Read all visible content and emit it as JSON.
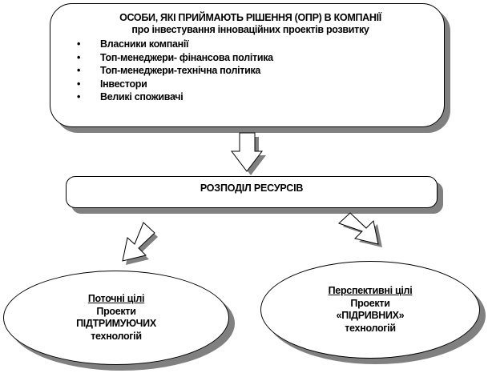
{
  "decision_makers": {
    "title": "ОСОБИ, ЯКІ ПРИЙМАЮТЬ РІШЕННЯ (ОПР) В КОМПАНІЇ",
    "subtitle": "про інвестування інноваційних проектів розвитку",
    "bullet_symbol": "•",
    "items": [
      "Власники компанії",
      "Топ-менеджери- фінансова політика",
      "Топ-менеджери-технічна політика",
      "Інвестори",
      "Великі споживачі"
    ]
  },
  "resource_allocation": {
    "label": "РОЗПОДІЛ РЕСУРСІВ"
  },
  "current_goals": {
    "heading": "Поточні цілі",
    "line1": "Проекти",
    "line2": "ПІДТРИМУЮЧИХ",
    "line3": "технологій"
  },
  "prospective_goals": {
    "heading": "Перспективні цілі",
    "line1": "Проекти",
    "line2": "«ПІДРИВНИХ»",
    "line3": "технологій"
  },
  "colors": {
    "shadow": "#808080",
    "border": "#000000",
    "fill": "#ffffff"
  }
}
